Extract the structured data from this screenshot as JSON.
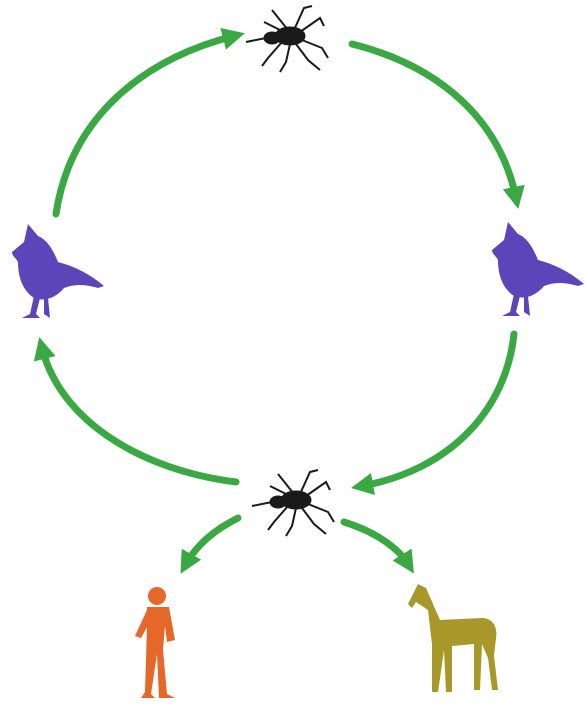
{
  "colors": {
    "arrow": "#3aa944",
    "bird": "#5b45b8",
    "mosquito": "#1a1a1a",
    "human": "#e5672a",
    "horse": "#a8982a",
    "background": "#ffffff"
  },
  "nodes": {
    "top": {
      "icon": "mosquito-icon"
    },
    "right": {
      "icon": "bird-icon"
    },
    "bottom": {
      "icon": "mosquito-icon"
    },
    "left": {
      "icon": "bird-icon"
    },
    "human": {
      "icon": "human-icon"
    },
    "horse": {
      "icon": "horse-icon"
    }
  },
  "edges": [
    {
      "from": "left",
      "to": "top"
    },
    {
      "from": "top",
      "to": "right"
    },
    {
      "from": "right",
      "to": "bottom"
    },
    {
      "from": "bottom",
      "to": "left"
    },
    {
      "from": "bottom",
      "to": "human"
    },
    {
      "from": "bottom",
      "to": "horse"
    }
  ]
}
